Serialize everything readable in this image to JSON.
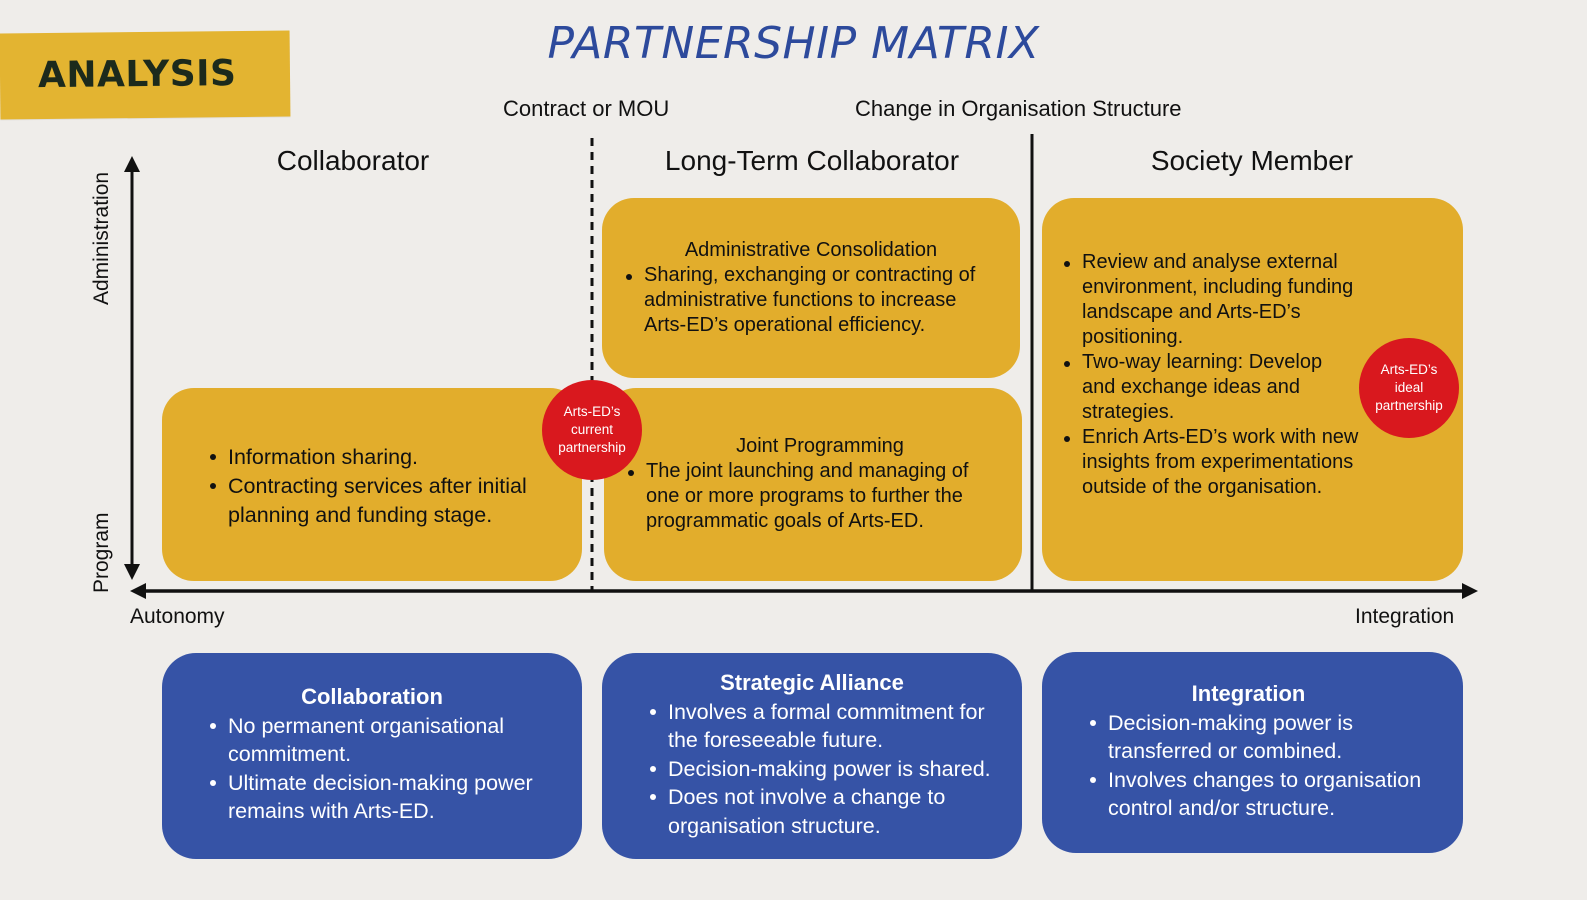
{
  "header": {
    "banner": "ANALYSIS",
    "title": "PARTNERSHIP MATRIX"
  },
  "top_labels": {
    "contract": "Contract or MOU",
    "change": "Change in Organisation Structure"
  },
  "columns": {
    "col1": "Collaborator",
    "col2": "Long-Term Collaborator",
    "col3": "Society Member"
  },
  "axes": {
    "y_top": "Administration",
    "y_bottom": "Program",
    "x_left": "Autonomy",
    "x_right": "Integration"
  },
  "yellow_boxes": {
    "collaborator": {
      "items": [
        "Information sharing.",
        "Contracting services after initial planning and funding stage."
      ]
    },
    "admin_consolidation": {
      "title": "Administrative Consolidation",
      "items": [
        "Sharing, exchanging or contracting of administrative functions to increase Arts-ED’s operational efficiency."
      ]
    },
    "joint_programming": {
      "title": "Joint Programming",
      "items": [
        "The joint launching and managing of one or more programs to further the programmatic goals of Arts-ED."
      ]
    },
    "society_member": {
      "items": [
        "Review and analyse external environment, including funding landscape and Arts-ED’s positioning.",
        "Two-way learning: Develop and exchange ideas and strategies.",
        "Enrich Arts-ED’s work with new insights from experimentations outside of the organisation."
      ]
    }
  },
  "badges": {
    "current": "Arts-ED’s current partnership",
    "ideal": "Arts-ED’s ideal partnership"
  },
  "blue_boxes": {
    "collaboration": {
      "title": "Collaboration",
      "items": [
        "No permanent organisational commitment.",
        "Ultimate decision-making power remains with Arts-ED."
      ]
    },
    "strategic_alliance": {
      "title": "Strategic Alliance",
      "items": [
        "Involves a formal commitment for the foreseeable future.",
        "Decision-making power is shared.",
        "Does not involve a change to organisation structure."
      ]
    },
    "integration": {
      "title": "Integration",
      "items": [
        "Decision-making power is transferred  or combined.",
        "Involves changes to organisation control and/or structure."
      ]
    }
  },
  "colors": {
    "yellow": "#e2ad2c",
    "blue": "#3653a6",
    "red": "#d9181e",
    "title_blue": "#2d4a9c",
    "background": "#efedea"
  }
}
